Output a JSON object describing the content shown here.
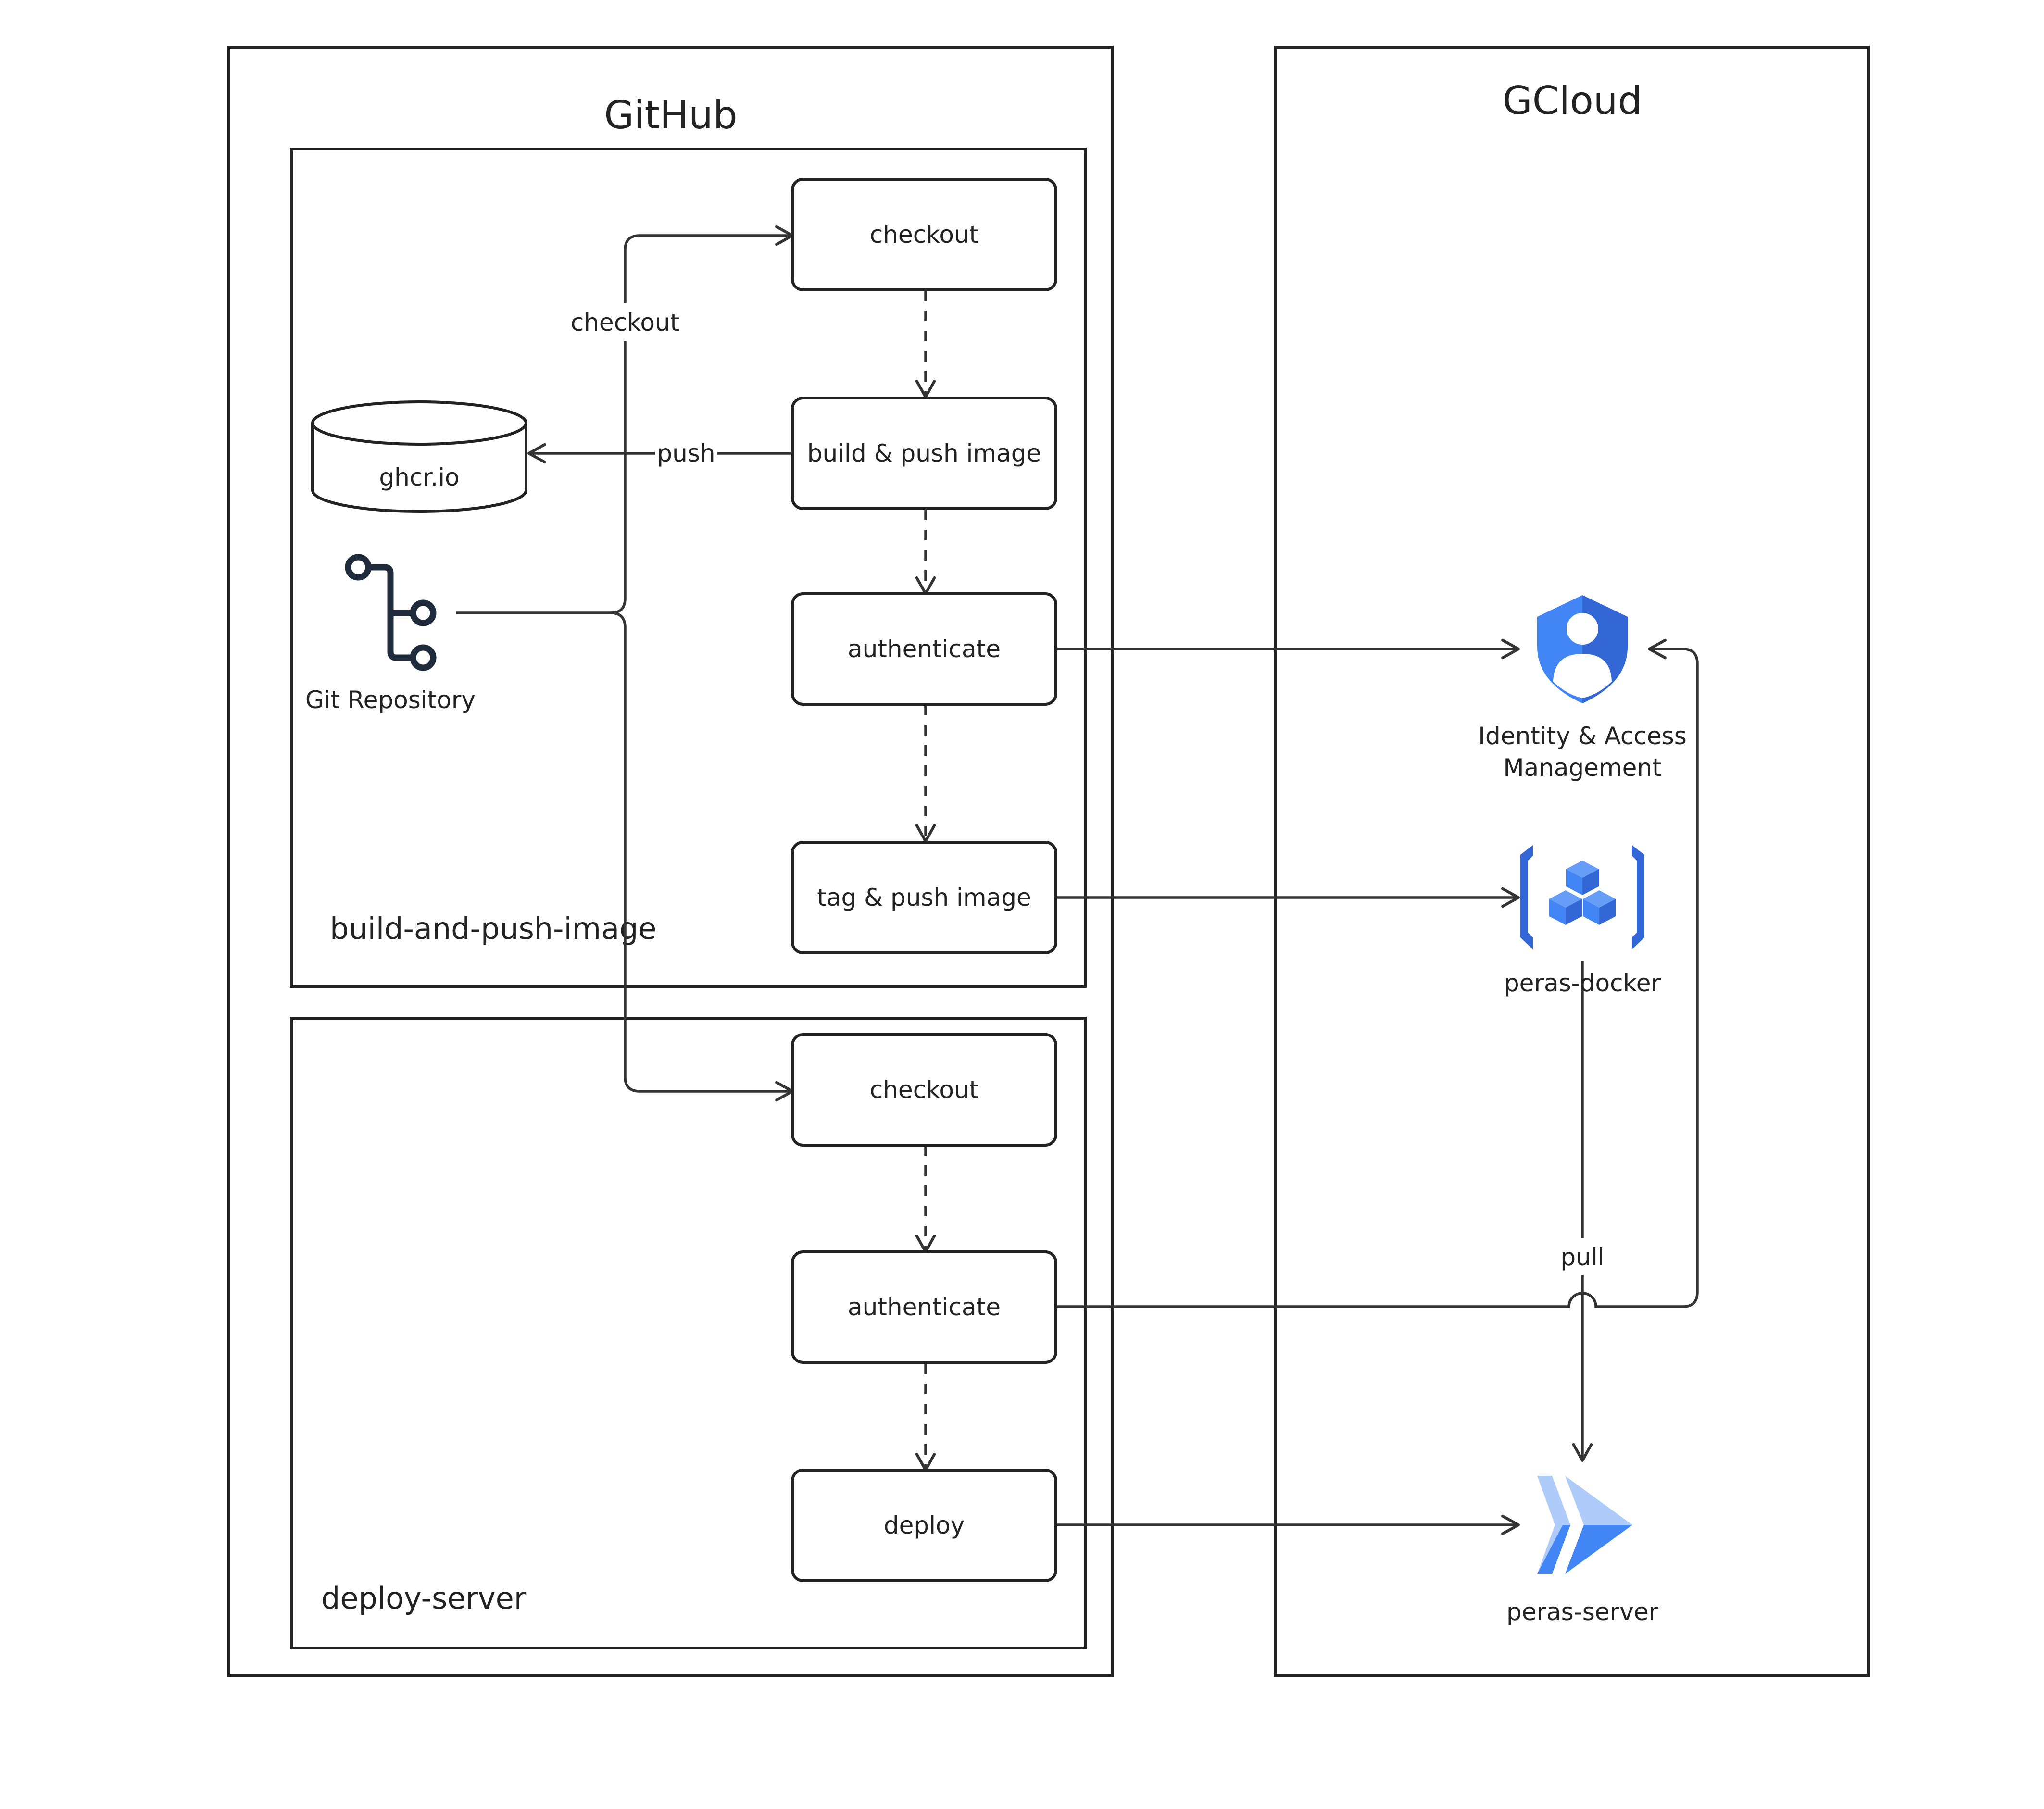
{
  "groups": {
    "github": "GitHub",
    "gcloud": "GCloud",
    "build_job": "build-and-push-image",
    "deploy_job": "deploy-server"
  },
  "steps": {
    "build_checkout": "checkout",
    "build_push": "build & push image",
    "build_auth": "authenticate",
    "build_tag": "tag & push image",
    "deploy_checkout": "checkout",
    "deploy_auth": "authenticate",
    "deploy_deploy": "deploy"
  },
  "nodes": {
    "registry": "ghcr.io",
    "repo": "Git Repository",
    "iam_line1": "Identity & Access",
    "iam_line2": "Management",
    "docker": "peras-docker",
    "server": "peras-server"
  },
  "edges": {
    "checkout": "checkout",
    "push": "push",
    "pull": "pull"
  },
  "icons": {
    "repo": "git-branch-icon",
    "iam": "iam-shield-icon",
    "docker": "artifact-registry-icon",
    "server": "cloud-run-icon"
  },
  "colors": {
    "line": "#222222",
    "gcp_blue": "#4285f4",
    "gcp_blue_dark": "#3367d6",
    "gcp_blue_light": "#aecbfa"
  }
}
